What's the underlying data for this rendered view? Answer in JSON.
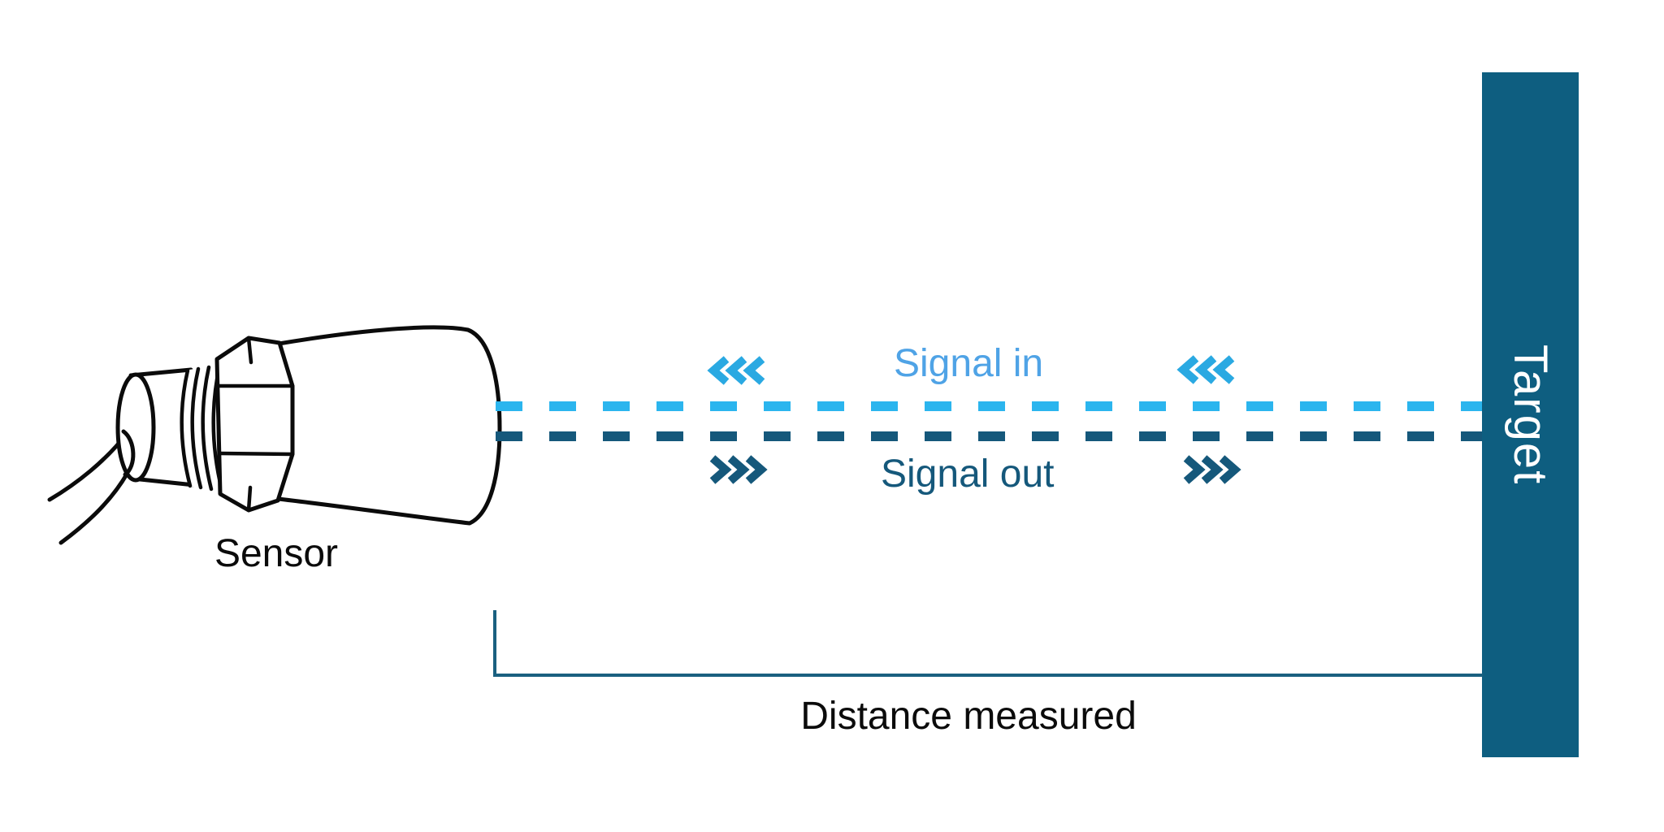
{
  "labels": {
    "sensor": "Sensor",
    "signal_in": "Signal in",
    "signal_out": "Signal out",
    "target": "Target",
    "distance": "Distance measured"
  },
  "icons": {
    "signal_in_chevrons": "triple-chevron-left",
    "signal_out_chevrons": "triple-chevron-right"
  },
  "colors": {
    "signal_in_dash": "#2bb5ee",
    "signal_in_chevron": "#2aa9e2",
    "signal_in_text": "#4fa3e6",
    "signal_out": "#15587b",
    "target_bar": "#0e5e80",
    "target_text": "#ffffff",
    "bracket": "#1a6080",
    "ink": "#0b0b0b",
    "background": "#ffffff"
  }
}
